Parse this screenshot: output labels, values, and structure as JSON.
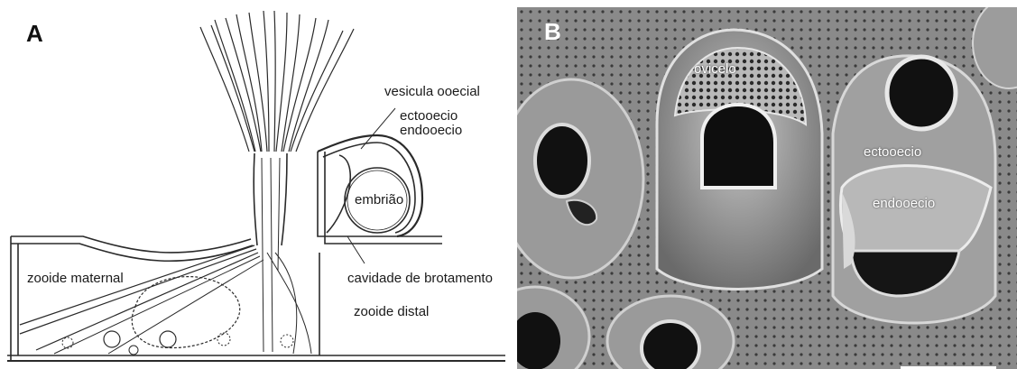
{
  "panel_a": {
    "letter": "A",
    "labels": {
      "vesicula": "vesicula ooecial",
      "ectooecio": "ectooecio",
      "endooecio": "endooecio",
      "embriao": "embrião",
      "zooide_maternal": "zooide maternal",
      "cavidade": "cavidade de brotamento",
      "zooide_distal": "zooide distal"
    }
  },
  "panel_b": {
    "letter": "B",
    "labels": {
      "ovicelo": "ovicelo",
      "ectooecio": "ectooecio",
      "endooecio": "endooecio"
    },
    "scale_bar": true
  },
  "colors": {
    "line": "#2a2a2a",
    "sem_background": "#6e6e6e",
    "sem_pore": "#111111"
  }
}
